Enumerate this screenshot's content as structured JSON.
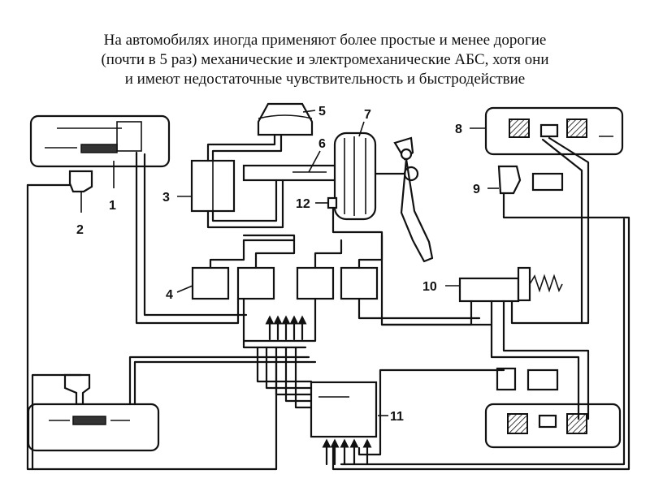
{
  "caption": {
    "line1": "На автомобилях иногда применяют более простые и менее дорогие",
    "line2": "(почти в 5 раз) механические и электромеханические АБС, хотя они",
    "line3": "и имеют недостаточные чувствительность и быстродействие"
  },
  "labels": {
    "l1": "1",
    "l2": "2",
    "l3": "3",
    "l4": "4",
    "l5": "5",
    "l6": "6",
    "l7": "7",
    "l8": "8",
    "l9": "9",
    "l10": "10",
    "l11": "11",
    "l12": "12"
  }
}
